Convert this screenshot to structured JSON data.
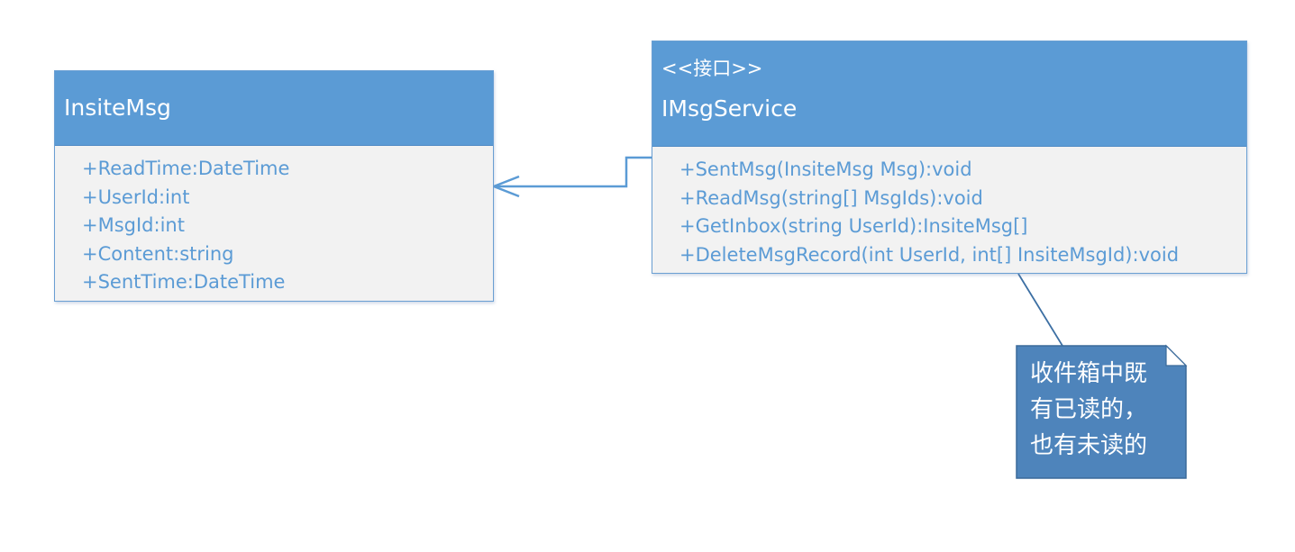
{
  "classes": {
    "insitemsg": {
      "name": "InsiteMsg",
      "members": [
        "+ReadTime:DateTime",
        "+UserId:int",
        "+MsgId:int",
        "+Content:string",
        "+SentTime:DateTime"
      ]
    },
    "imsgservice": {
      "stereotype": "<<接口>>",
      "name": "IMsgService",
      "members": [
        "+SentMsg(InsiteMsg Msg):void",
        "+ReadMsg(string[] MsgIds):void",
        "+GetInbox(string UserId):InsiteMsg[]",
        "+DeleteMsgRecord(int UserId, int[] InsiteMsgId):void"
      ]
    }
  },
  "note": {
    "lines": [
      "收件箱中既",
      "有已读的，",
      "也有未读的"
    ]
  },
  "colors": {
    "header_fill": "#5b9bd5",
    "body_fill": "#f2f2f2",
    "member_text": "#5b9bd5",
    "note_fill": "#4e84bb",
    "connector": "#5b9bd5"
  }
}
